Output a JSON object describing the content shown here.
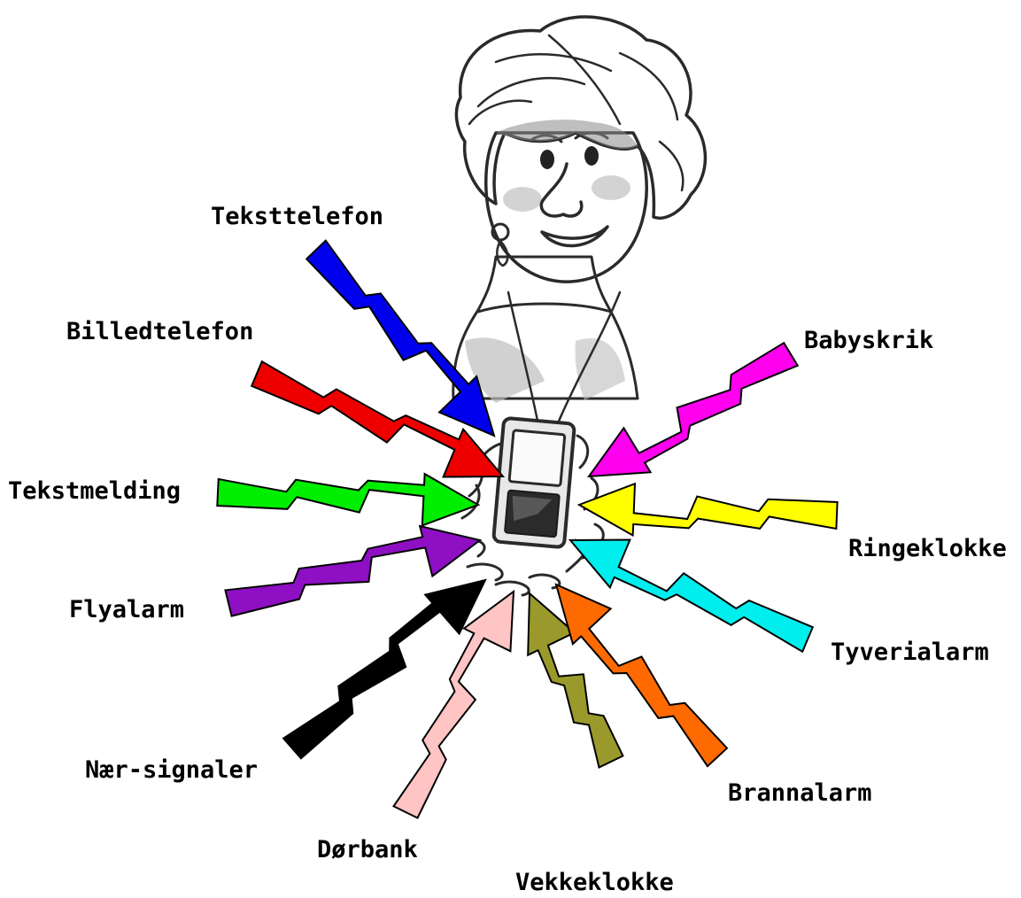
{
  "signals": [
    {
      "id": "teksttelefon",
      "label": "Teksttelefon",
      "color": "#0000ee"
    },
    {
      "id": "billedtelefon",
      "label": "Billedtelefon",
      "color": "#ee0000"
    },
    {
      "id": "tekstmelding",
      "label": "Tekstmelding",
      "color": "#00ee00"
    },
    {
      "id": "flyalarm",
      "label": "Flyalarm",
      "color": "#8e0fc4"
    },
    {
      "id": "naer-signaler",
      "label": "Nær-signaler",
      "color": "#000000"
    },
    {
      "id": "dorbank",
      "label": "Dørbank",
      "color": "#ffc4c4"
    },
    {
      "id": "vekkeklokke",
      "label": "Vekkeklokke",
      "color": "#9a9a2c"
    },
    {
      "id": "brannalarm",
      "label": "Brannalarm",
      "color": "#ff6a00"
    },
    {
      "id": "tyverialarm",
      "label": "Tyverialarm",
      "color": "#00eeee"
    },
    {
      "id": "ringeklokke",
      "label": "Ringeklokke",
      "color": "#ffff00"
    },
    {
      "id": "babyskrik",
      "label": "Babyskrik",
      "color": "#ff00ee"
    }
  ],
  "illustration": {
    "figure": "woman-with-pendant-receiver",
    "pendant": "vibrating-receiver-pendant"
  }
}
